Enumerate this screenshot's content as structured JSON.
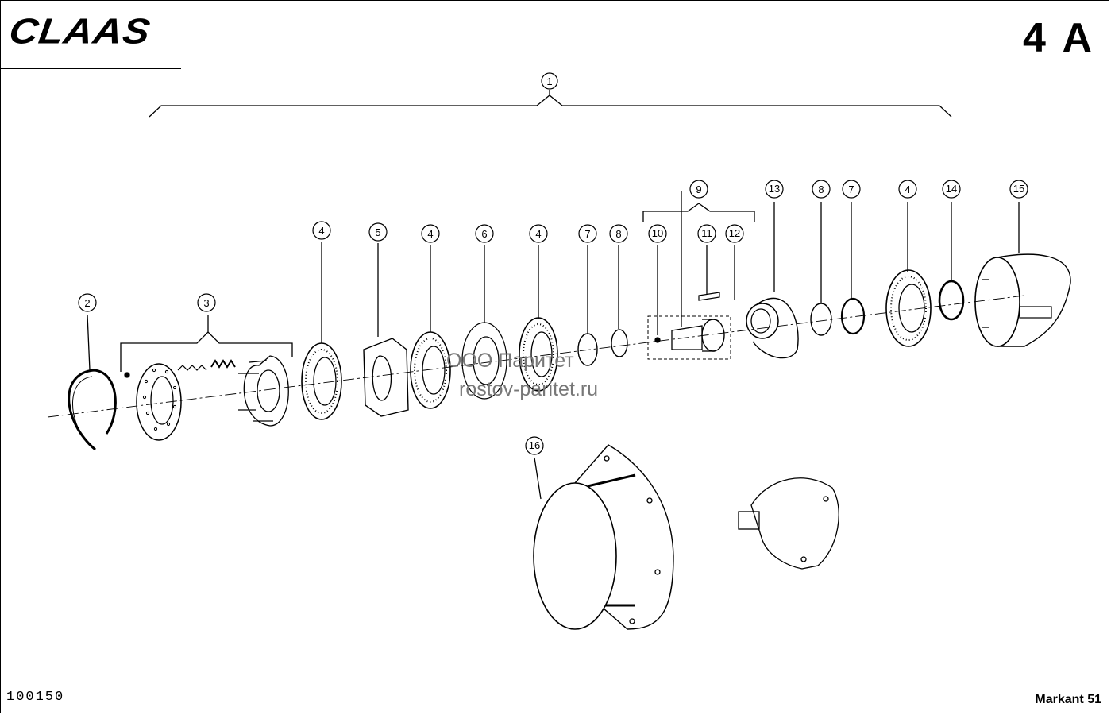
{
  "header": {
    "brand": "CLAAS",
    "sheet_number": "4 A"
  },
  "footer": {
    "drawing_number": "100150",
    "model": "Markant 51"
  },
  "watermark": {
    "line1": "ООО Паритет",
    "line2": "rostov-paritet.ru"
  },
  "callouts": {
    "c1": "1",
    "c2": "2",
    "c3": "3",
    "c4a": "4",
    "c5": "5",
    "c4b": "4",
    "c6": "6",
    "c4c": "4",
    "c7a": "7",
    "c8a": "8",
    "c10": "10",
    "c9": "9",
    "c11": "11",
    "c12": "12",
    "c13": "13",
    "c8b": "8",
    "c7b": "7",
    "c4d": "4",
    "c14": "14",
    "c15": "15",
    "c16": "16"
  }
}
